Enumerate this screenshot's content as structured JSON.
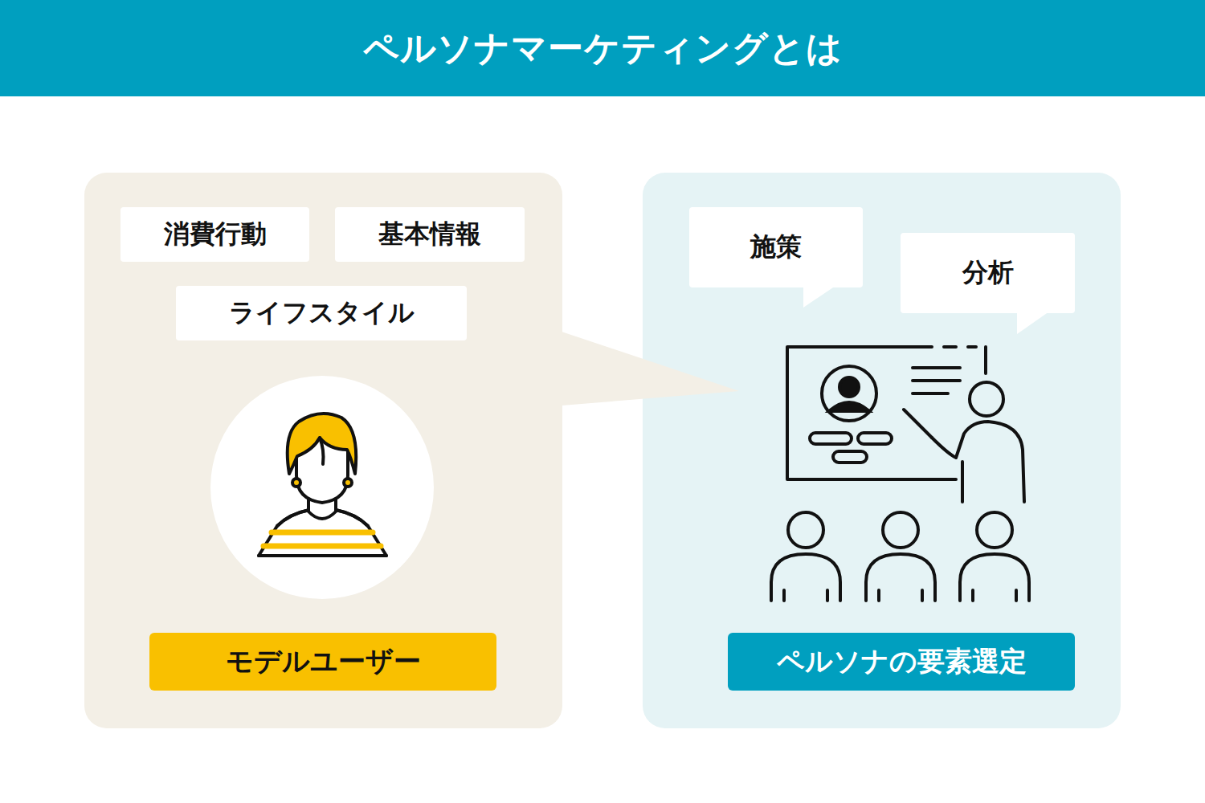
{
  "diagram": {
    "title": "ペルソナマーケティングとは",
    "nodes": [
      {
        "text": [
          "消費行動"
        ]
      },
      {
        "text": [
          "基本情報"
        ]
      },
      {
        "text": [
          "ライフスタイル"
        ]
      },
      {
        "text": [
          "モデルユーザー"
        ]
      },
      {
        "text": [
          "施策"
        ]
      },
      {
        "text": [
          "分析"
        ]
      },
      {
        "text": [
          "ペルソナの要素選定"
        ]
      }
    ]
  }
}
